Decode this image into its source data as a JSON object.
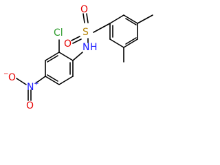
{
  "colors": {
    "bond": "#000000",
    "sulfur": "#b8860b",
    "oxygen": "#e60000",
    "nitrogen": "#1a1aff",
    "chlorine": "#2f9e2f",
    "carbon": "#000000"
  },
  "atoms": {
    "sulfur": "S",
    "oxygen_top": "O",
    "oxygen_bottom": "O",
    "amine_n": "N",
    "amine_h": "H",
    "chlorine": "Cl",
    "nitro_n": "N",
    "nitro_plus": "+",
    "nitro_o_left": "O",
    "nitro_o_left_minus": "−",
    "nitro_o_down": "O"
  }
}
